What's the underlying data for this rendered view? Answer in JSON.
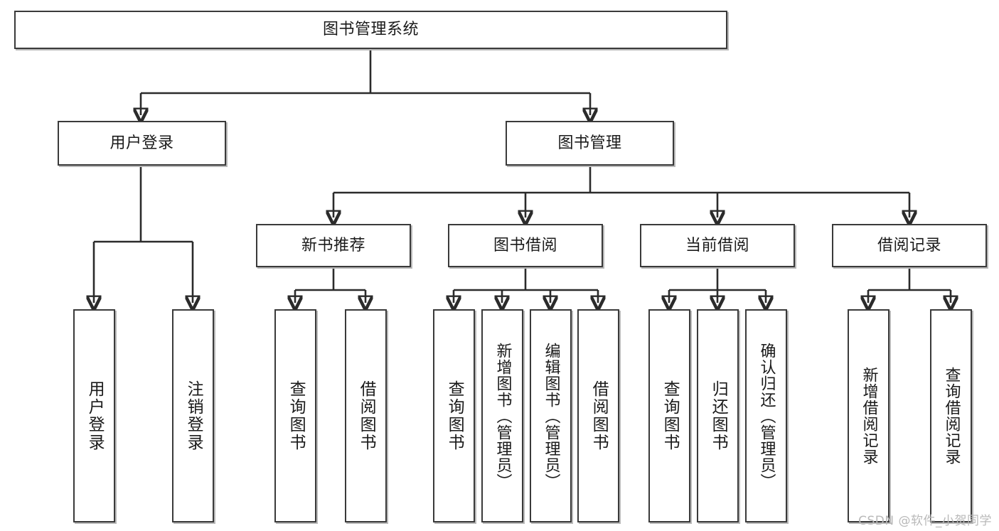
{
  "diagram": {
    "type": "tree-hierarchy-chart",
    "title": "图书管理系统",
    "watermark": "CSDN @软件_小贺同学",
    "colors": {
      "box_border": "#3a3a3a",
      "connector": "#2b2b2b",
      "text": "#1a1a1a",
      "background": "#ffffff",
      "watermark": "#b9b9b9"
    },
    "root": {
      "label": "图书管理系统"
    },
    "level2": [
      {
        "label": "用户登录"
      },
      {
        "label": "图书管理"
      }
    ],
    "level3": [
      {
        "label": "新书推荐"
      },
      {
        "label": "图书借阅"
      },
      {
        "label": "当前借阅"
      },
      {
        "label": "借阅记录"
      }
    ],
    "leaves": {
      "user_login": [
        {
          "label": "用户登录"
        },
        {
          "label": "注销登录"
        }
      ],
      "new_book_recommend": [
        {
          "label": "查询图书"
        },
        {
          "label": "借阅图书"
        }
      ],
      "book_borrow": [
        {
          "label": "查询图书"
        },
        {
          "label": "新增图书（管理员）"
        },
        {
          "label": "编辑图书（管理员）"
        },
        {
          "label": "借阅图书"
        }
      ],
      "current_borrow": [
        {
          "label": "查询图书"
        },
        {
          "label": "归还图书"
        },
        {
          "label": "确认归还（管理员）"
        }
      ],
      "borrow_records": [
        {
          "label": "新增借阅记录"
        },
        {
          "label": "查询借阅记录"
        }
      ]
    }
  }
}
